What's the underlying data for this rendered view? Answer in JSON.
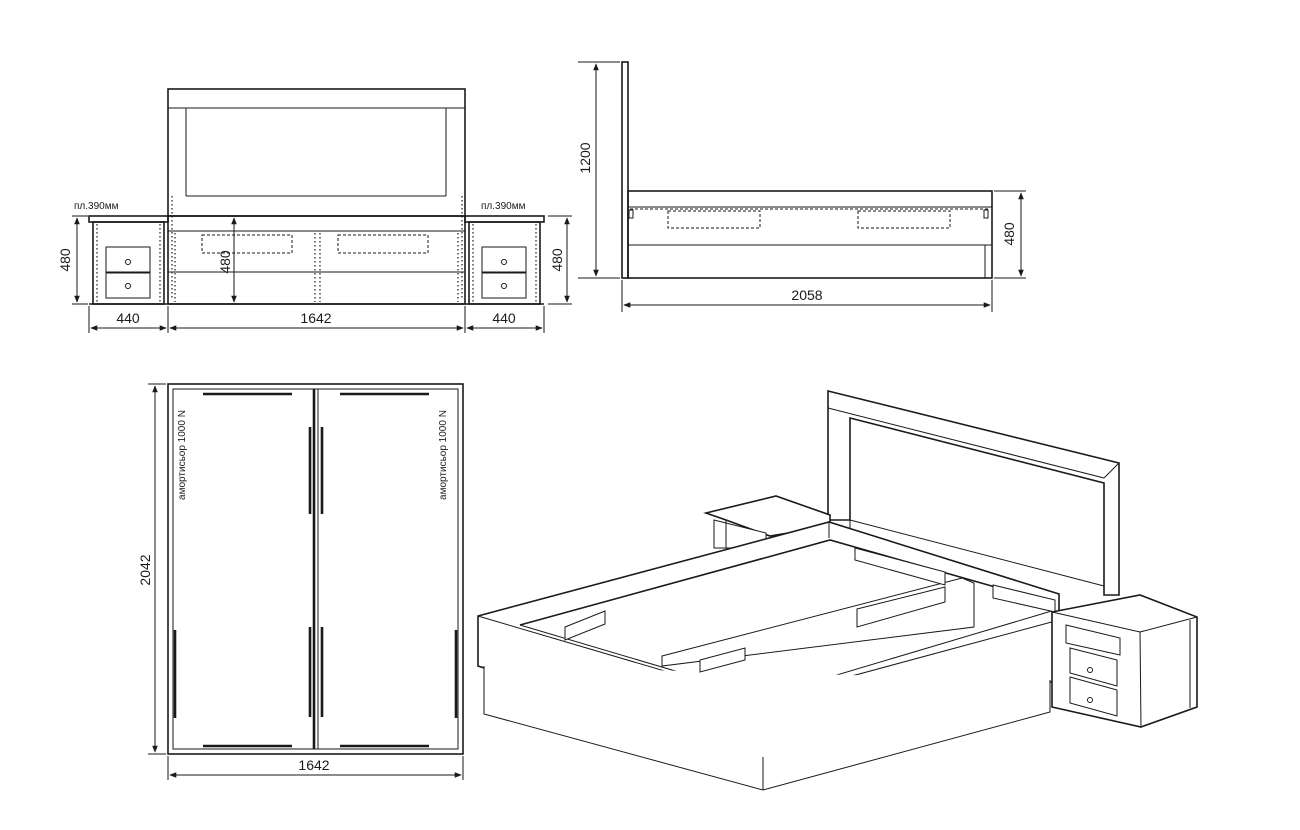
{
  "front_view": {
    "nightstand_left_label": "пл.390мм",
    "nightstand_right_label": "пл.390мм",
    "height_left": "480",
    "height_center": "480",
    "height_right": "480",
    "width_left": "440",
    "width_center": "1642",
    "width_right": "440"
  },
  "side_view": {
    "headboard_height": "1200",
    "bed_height": "480",
    "bed_length": "2058"
  },
  "top_view": {
    "length": "2042",
    "width": "1642",
    "strut_label_left": "амортисьор 1000 N",
    "strut_label_right": "амортисьор 1000 N"
  }
}
